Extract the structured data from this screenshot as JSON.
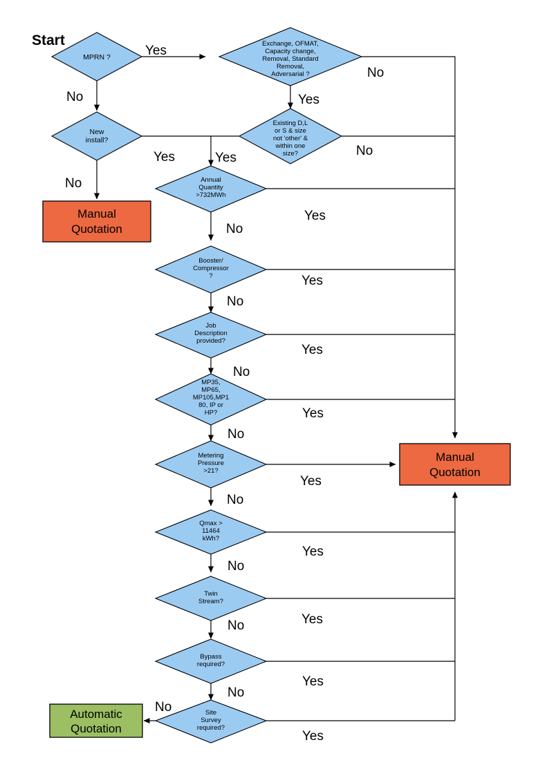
{
  "diagram": {
    "title_label": "Start",
    "type": "flowchart",
    "colors": {
      "decision_fill": "#9CCBF2",
      "decision_stroke": "#000000",
      "manual_fill": "#EC6941",
      "automatic_fill": "#9BBF62",
      "line": "#000000",
      "background": "#FFFFFF"
    },
    "decisions": [
      {
        "id": "mprn",
        "label": "MPRN ?"
      },
      {
        "id": "exchange",
        "label": "Exchange, OFMAT, Capacity change, Removal, Standard Removal, Adversarial ?"
      },
      {
        "id": "newinstall",
        "label": "New install?"
      },
      {
        "id": "existing",
        "label": "Existing D,L or S & size not 'other' & within one size?"
      },
      {
        "id": "annual",
        "label": "Annual Quantity >732MWh"
      },
      {
        "id": "booster",
        "label": "Booster/ Compressor ?"
      },
      {
        "id": "jobdesc",
        "label": "Job Description provided?"
      },
      {
        "id": "mpsizes",
        "label": "MP35, MP65, MP105,MP180, IP or HP?"
      },
      {
        "id": "metering",
        "label": "Metering Pressure >21?"
      },
      {
        "id": "qmax",
        "label": "Qmax > 11464 kWh?"
      },
      {
        "id": "twin",
        "label": "Twin Stream?"
      },
      {
        "id": "bypass",
        "label": "Bypass required?"
      },
      {
        "id": "sitesurvey",
        "label": "Site Survey required?"
      }
    ],
    "decision_lines": {
      "mprn": [
        "MPRN ?"
      ],
      "exchange": [
        "Exchange, OFMAT,",
        "Capacity change,",
        "Removal, Standard",
        "Removal,",
        "Adversarial ?"
      ],
      "newinstall": [
        "New",
        "install?"
      ],
      "existing": [
        "Existing D,L",
        "or S & size",
        "not 'other' &",
        "within one",
        "size?"
      ],
      "annual": [
        "Annual",
        "Quantity",
        ">732MWh"
      ],
      "booster": [
        "Booster/",
        "Compressor",
        "?"
      ],
      "jobdesc": [
        "Job",
        "Description",
        "provided?"
      ],
      "mpsizes": [
        "MP35,",
        "MP65,",
        "MP105,MP1",
        "80, IP or",
        "HP?"
      ],
      "metering": [
        "Metering",
        "Pressure",
        ">21?"
      ],
      "qmax": [
        "Qmax >",
        "11464",
        "kWh?"
      ],
      "twin": [
        "Twin",
        "Stream?"
      ],
      "bypass": [
        "Bypass",
        "required?"
      ],
      "sitesurvey": [
        "Site",
        "Survey",
        "required?"
      ]
    },
    "terminals": [
      {
        "id": "manual_left",
        "label_lines": [
          "Manual",
          "Quotation"
        ],
        "label": "Manual Quotation",
        "kind": "manual"
      },
      {
        "id": "manual_right",
        "label_lines": [
          "Manual",
          "Quotation"
        ],
        "label": "Manual Quotation",
        "kind": "manual"
      },
      {
        "id": "automatic",
        "label_lines": [
          "Automatic",
          "Quotation"
        ],
        "label": "Automatic Quotation",
        "kind": "automatic"
      }
    ],
    "edge_labels": {
      "mprn_yes": "Yes",
      "mprn_no": "No",
      "exchange_no": "No",
      "exchange_yes": "Yes",
      "newinstall_yes": "Yes",
      "newinstall_no": "No",
      "existing_yes": "Yes",
      "existing_no": "No",
      "annual_yes": "Yes",
      "annual_no": "No",
      "booster_yes": "Yes",
      "booster_no": "No",
      "jobdesc_yes": "Yes",
      "jobdesc_no": "No",
      "mpsizes_yes": "Yes",
      "mpsizes_no": "No",
      "metering_yes": "Yes",
      "metering_no": "No",
      "qmax_yes": "Yes",
      "qmax_no": "No",
      "twin_yes": "Yes",
      "twin_no": "No",
      "bypass_yes": "Yes",
      "bypass_no": "No",
      "sitesurvey_yes": "Yes",
      "sitesurvey_no": "No"
    }
  }
}
